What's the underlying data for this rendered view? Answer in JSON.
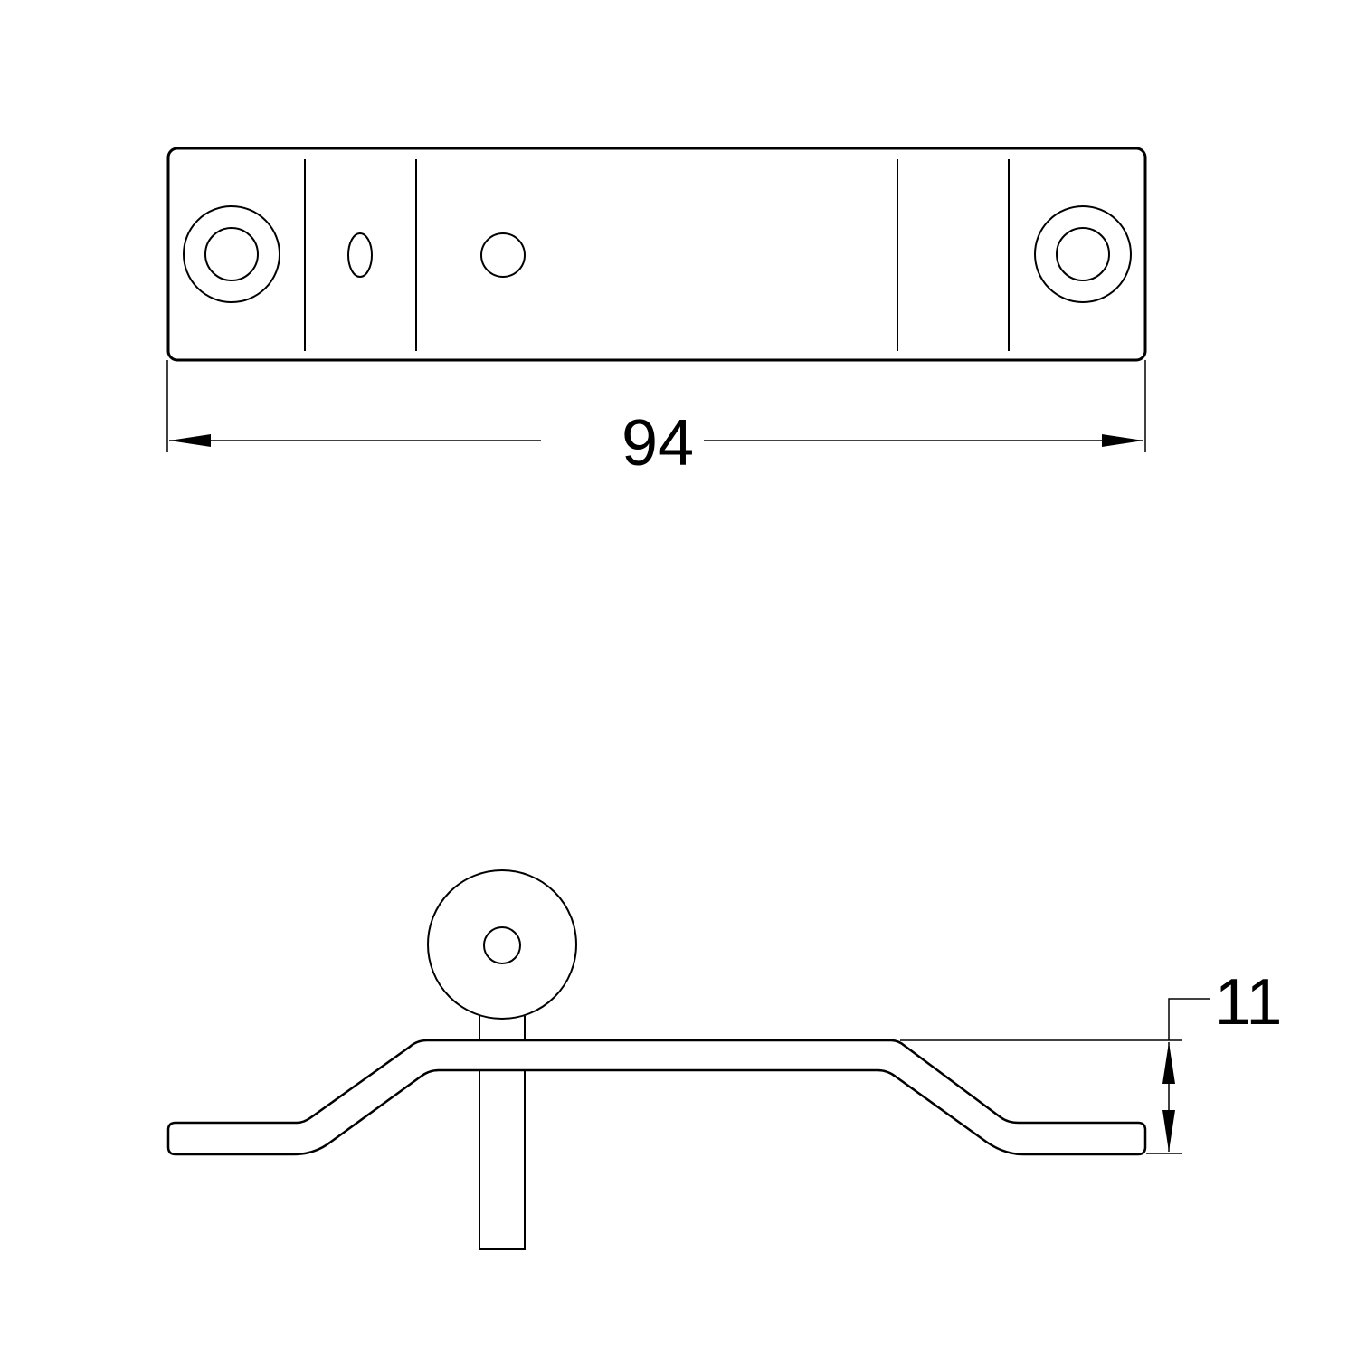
{
  "drawing": {
    "type": "technical-drawing",
    "line_color": "#000000",
    "background": "#ffffff",
    "top_view": {
      "label": "top view of plate",
      "dimension_width": "94"
    },
    "side_view": {
      "label": "side view of bent plate with pin",
      "dimension_height": "11"
    }
  }
}
